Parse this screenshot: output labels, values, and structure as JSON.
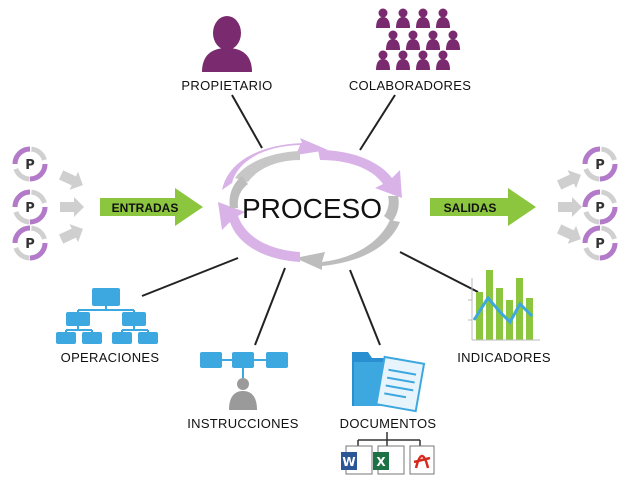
{
  "center": {
    "label": "PROCESO"
  },
  "nodes": {
    "propietario": "PROPIETARIO",
    "colaboradores": "COLABORADORES",
    "operaciones": "OPERACIONES",
    "instrucciones": "INSTRUCCIONES",
    "documentos": "DOCUMENTOS",
    "indicadores": "INDICADORES"
  },
  "arrows": {
    "entradas": "ENTRADAS",
    "salidas": "SALIDAS"
  },
  "process_glyph": "P",
  "colors": {
    "purple": "#7a2a6e",
    "lilac": "#d9b3e8",
    "grey": "#bdbdbd",
    "green": "#8cc63f",
    "blue": "#3da8df",
    "line": "#222222"
  },
  "icons": [
    "person-icon",
    "group-icon",
    "org-chart-icon",
    "flow-icon",
    "folder-document-icon",
    "bar-chart-icon",
    "word-icon",
    "excel-icon",
    "pdf-icon",
    "process-p-icon"
  ]
}
